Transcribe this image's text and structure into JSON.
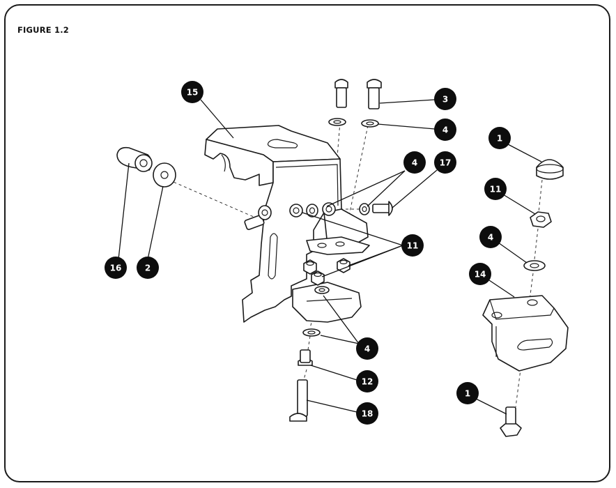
{
  "figure_title": "FIGURE 1.2",
  "callouts": [
    {
      "id": "c15",
      "label": "15"
    },
    {
      "id": "c3",
      "label": "3"
    },
    {
      "id": "c4a",
      "label": "4"
    },
    {
      "id": "c4b",
      "label": "4"
    },
    {
      "id": "c17",
      "label": "17"
    },
    {
      "id": "c11a",
      "label": "11"
    },
    {
      "id": "c16",
      "label": "16"
    },
    {
      "id": "c2",
      "label": "2"
    },
    {
      "id": "c4c",
      "label": "4"
    },
    {
      "id": "c12",
      "label": "12"
    },
    {
      "id": "c18",
      "label": "18"
    },
    {
      "id": "c1a",
      "label": "1"
    },
    {
      "id": "c11b",
      "label": "11"
    },
    {
      "id": "c4d",
      "label": "4"
    },
    {
      "id": "c14",
      "label": "14"
    },
    {
      "id": "c1b",
      "label": "1"
    }
  ]
}
